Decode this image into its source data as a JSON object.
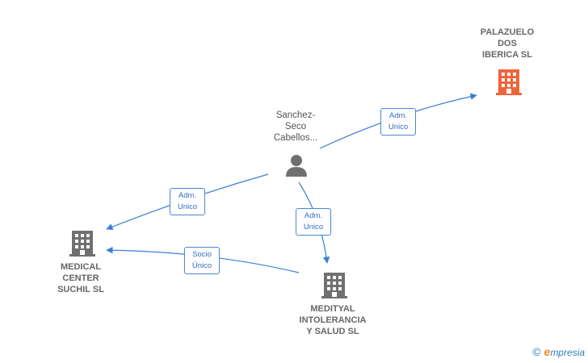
{
  "nodes": {
    "palazuelo": {
      "label": "PALAZUELO\nDOS\nIBERICA  SL",
      "icon": "building-icon",
      "color": "#f0643c"
    },
    "person": {
      "label": "Sanchez-\nSeco\nCabellos...",
      "icon": "person-icon",
      "color": "#707070"
    },
    "medical": {
      "label": "MEDICAL\nCENTER\nSUCHIL  SL",
      "icon": "building-icon",
      "color": "#707070"
    },
    "medityal": {
      "label": "MEDITYAL\nINTOLERANCIA\nY SALUD  SL",
      "icon": "building-icon",
      "color": "#707070"
    }
  },
  "edges": {
    "person_palazuelo": "Adm.\nUnico",
    "person_medical": "Adm.\nUnico",
    "person_medityal": "Adm.\nUnico",
    "medityal_medical": "Socio\nÚnico"
  },
  "colors": {
    "edge": "#3a7fd5",
    "edge_label": "#2f6ec1"
  },
  "brand": {
    "copyright": "©",
    "e": "e",
    "name": "mpresia"
  }
}
